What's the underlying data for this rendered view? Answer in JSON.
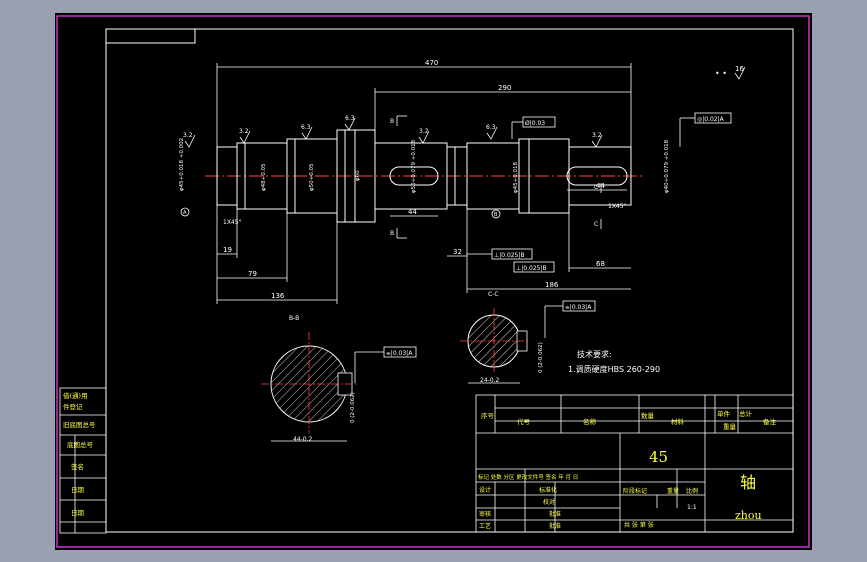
{
  "dimensions": {
    "overall_470": "470",
    "d290": "290",
    "d136": "136",
    "d79": "79",
    "d19": "19",
    "d186": "186",
    "d68": "68",
    "d32": "32",
    "d44a": "44",
    "d44b": "44",
    "chamfer_left": "1X45°",
    "chamfer_right": "1X45°"
  },
  "diameters": {
    "d1": "φ45+0.018 +0.002",
    "d2": "φ48+0.05",
    "d3": "φ50+0.05",
    "d4": "φ60",
    "d5": "φ50+0.079 +0.018",
    "d6": "φ45+0.018",
    "d7": "φ40+0.079 +0.018"
  },
  "roughness": {
    "r1": "3.2",
    "r2": "3.2",
    "r3": "6.3",
    "r4": "6.3",
    "r5": "3.2",
    "r6": "6.3",
    "r7": "3.2",
    "general": "16"
  },
  "gdt": {
    "f1": "Ø|0.03",
    "f2": "◎|0.02|A",
    "f3": "⊥|0.025|B",
    "f4": "⊥|0.025|B",
    "f5": "⌯|0.03|A",
    "f6": "⌯|0.03|A"
  },
  "sections": {
    "bb_label": "B-B",
    "cc_label": "C-C",
    "bb_width": "44-0.2",
    "bb_depth": "0\n(2-0.062)",
    "cc_width": "24-0.2",
    "cc_depth": "0\n(2-0.062)",
    "cut_b": "B",
    "cut_c": "C",
    "datum_a": "A",
    "datum_b": "B"
  },
  "notes": {
    "title": "技术要求:",
    "line1": "1.调质硬度HBS   260-290"
  },
  "left_strip": {
    "l1": "借(通)用",
    "l2": "件登记",
    "l3": "旧底图总号",
    "l4": "底图总号",
    "l5": "签名",
    "l6": "日期",
    "l7": "日期"
  },
  "title_block": {
    "h_seq": "序号",
    "h_code": "代号",
    "h_name": "名称",
    "h_qty": "数量",
    "h_material": "材料",
    "h_unit_weight": "单件",
    "h_total_weight": "总计",
    "h_weight": "重量",
    "h_remark": "备注",
    "material": "45",
    "part_name": "轴",
    "drawing_no": "zhou",
    "rev_row": "标记 处数 分区 更改文件号 签名 年 月 日",
    "design": "设计",
    "standardize": "标准化",
    "check": "审核",
    "process": "工艺",
    "proofread": "校对",
    "approve": "批准",
    "stage": "阶段标记",
    "weight": "重量",
    "scale": "比例",
    "scale_val": "1:1",
    "sheets": "共  张  第  张"
  }
}
